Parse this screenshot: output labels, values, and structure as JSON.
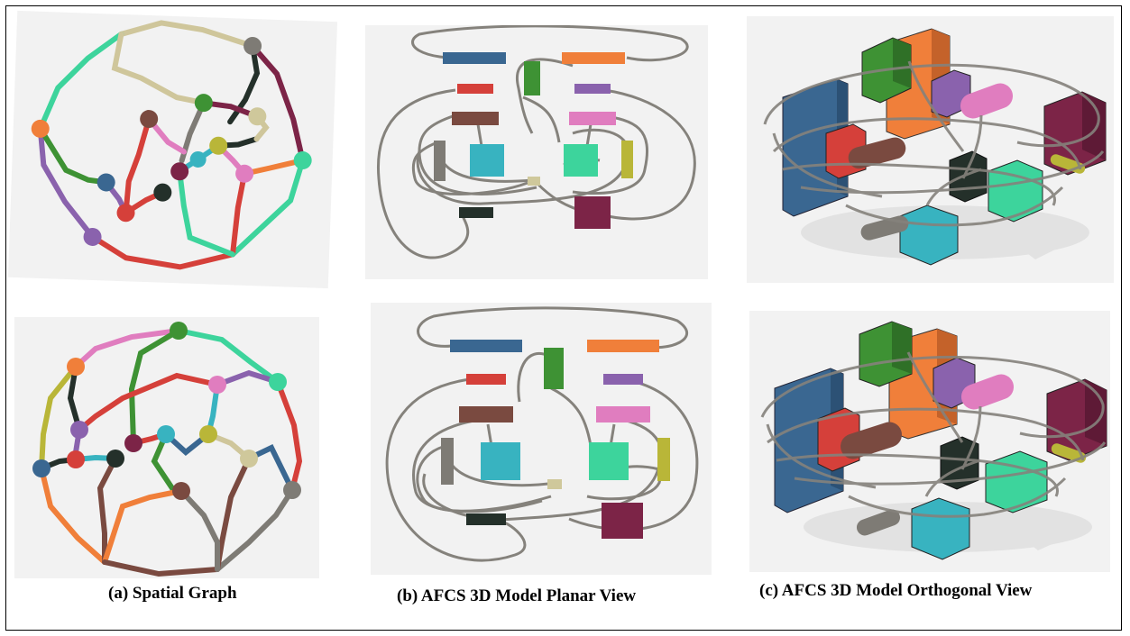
{
  "captions": {
    "a": "(a) Spatial Graph",
    "b": "(b) AFCS 3D Model Planar View",
    "c": "(c) AFCS 3D Model Orthogonal View"
  },
  "colors": {
    "blue": "#3a6791",
    "orange": "#f07f3a",
    "green": "#3e9234",
    "red": "#d5403a",
    "purple": "#8a62ad",
    "brown": "#7a4a40",
    "pink": "#e07dbf",
    "grey": "#7e7b75",
    "cyan": "#38b3c0",
    "mint": "#3dd49c",
    "olive": "#b9b638",
    "beige": "#cfc89b",
    "dark": "#24302a",
    "maroon": "#7c2447",
    "wire": "#85827c",
    "graph_edge_beige": "#cfc69b"
  }
}
